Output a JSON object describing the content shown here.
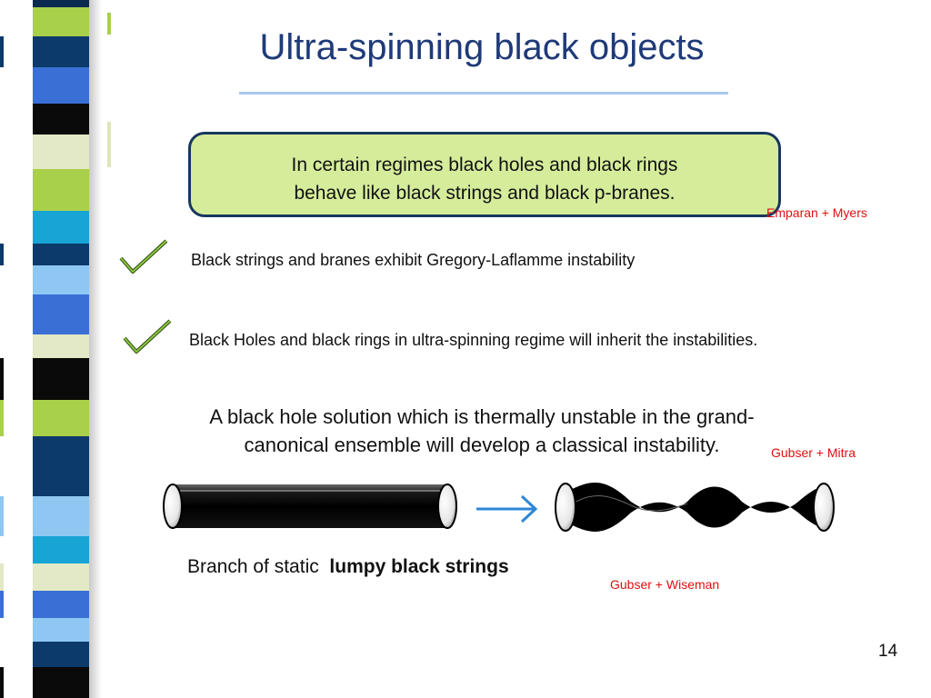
{
  "slide": {
    "title": "Ultra-spinning black objects",
    "callout": {
      "line1": "In certain regimes black holes and black rings",
      "line2": "behave like black strings and black p-branes."
    },
    "refs": {
      "emparan": "Emparan + Myers",
      "gubser_mitra": "Gubser + Mitra",
      "gubser_wiseman": "Gubser + Wiseman"
    },
    "bullets": [
      {
        "icon": "checkmark-icon",
        "text": "Black strings and branes exhibit Gregory-Laflamme instability"
      },
      {
        "icon": "checkmark-icon",
        "text": "Black Holes and black rings in ultra-spinning regime will inherit the instabilities."
      }
    ],
    "paragraph": {
      "line1": "A black hole solution which is thermally unstable in the grand-",
      "line2": "canonical ensemble will develop a classical instability."
    },
    "branch": {
      "prefix": "Branch of static",
      "bold": "lumpy black strings"
    },
    "page_number": "14"
  },
  "colors": {
    "title": "#1f3a78",
    "callout_fill": "#d5ed9b",
    "callout_border": "#17375e",
    "reference_text": "#e01010",
    "checkmark": "#7ab53a",
    "arrow": "#2e86d6"
  }
}
